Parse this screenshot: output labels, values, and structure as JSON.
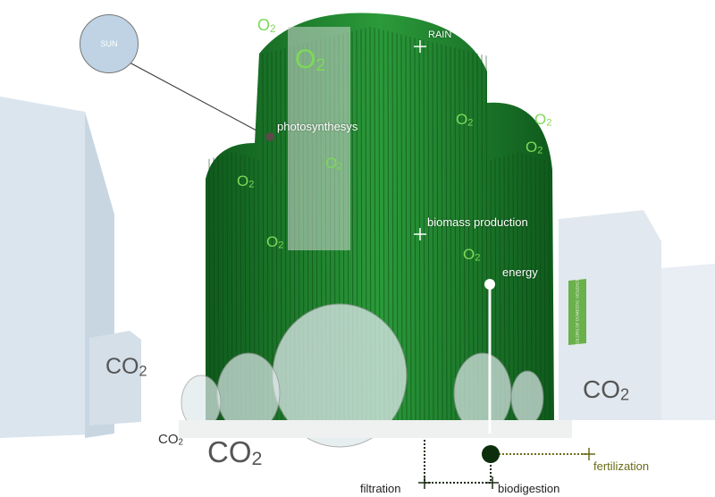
{
  "labels": {
    "sun": "SUN",
    "rain": "RAIN",
    "photosynthesis": "photosynthesys",
    "biomass": "biomass production",
    "energy": "energy",
    "filtration": "filtration",
    "biodigestion": "biodigestion",
    "fertilization": "fertilization",
    "o2_main": "O",
    "o2_sub": "2",
    "co2_main": "CO",
    "co2_sub": "2"
  },
  "sign_text": "COLORS OF DOMESTIC VIOLENCE",
  "colors": {
    "green": "#1f7a2c",
    "o2": "#7ed957",
    "co2": "#555555",
    "fert": "#6b6b1a"
  }
}
